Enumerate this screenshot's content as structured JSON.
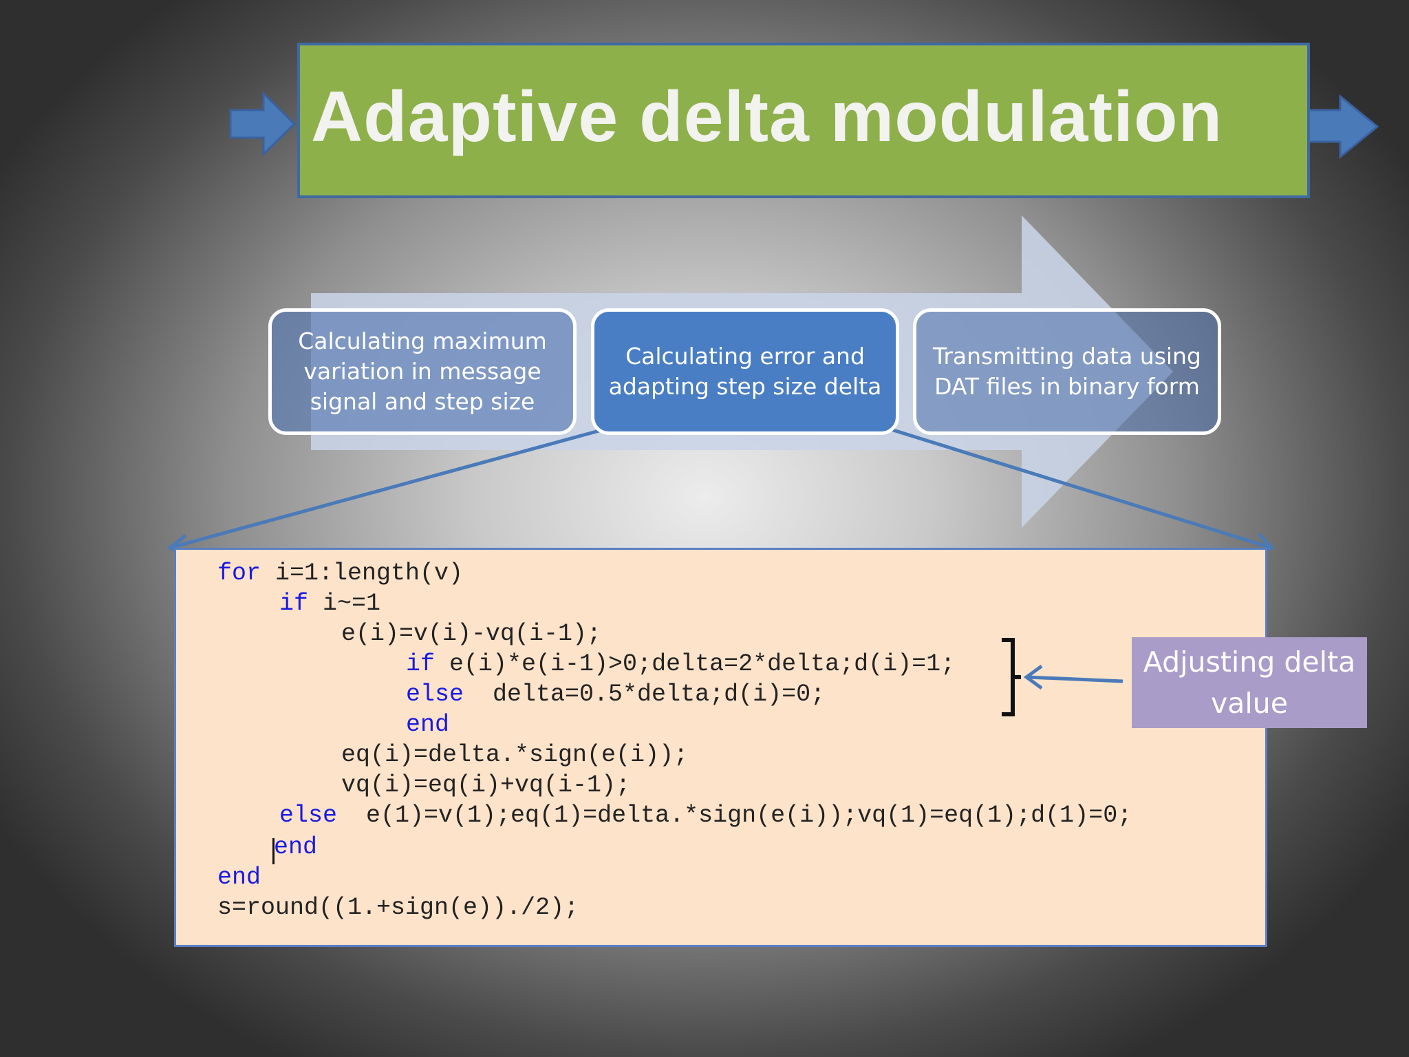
{
  "title": "Adaptive delta modulation",
  "steps": [
    "Calculating maximum variation in message signal and step size",
    "Calculating error and adapting  step size delta",
    "Transmitting data using DAT files in binary form"
  ],
  "code": {
    "lines": [
      {
        "kw": "for",
        "text": " i=1:length(v)"
      },
      {
        "kw": "if",
        "text": " i~=1"
      },
      {
        "kw": "",
        "text": "e(i)=v(i)-vq(i-1);"
      },
      {
        "kw": "if",
        "text": " e(i)*e(i-1)>0;delta=2*delta;d(i)=1;"
      },
      {
        "kw": "else",
        "text": "  delta=0.5*delta;d(i)=0;"
      },
      {
        "kw": "end",
        "text": ""
      },
      {
        "kw": "",
        "text": "eq(i)=delta.*sign(e(i));"
      },
      {
        "kw": "",
        "text": "vq(i)=eq(i)+vq(i-1);"
      },
      {
        "kw": "else",
        "text": "  e(1)=v(1);eq(1)=delta.*sign(e(i));vq(1)=eq(1);d(1)=0;"
      },
      {
        "kw": "end",
        "text": ""
      },
      {
        "kw": "end",
        "text": ""
      },
      {
        "kw": "",
        "text": "s=round((1.+sign(e))./2);"
      }
    ]
  },
  "annotation": {
    "label": "Adjusting delta value"
  },
  "colors": {
    "banner": "#8db04b",
    "code_bg": "#fde3ca",
    "keyword": "#1a1ae0",
    "arrow": "#4a7ab8",
    "label_bg": "#a99cc8"
  }
}
